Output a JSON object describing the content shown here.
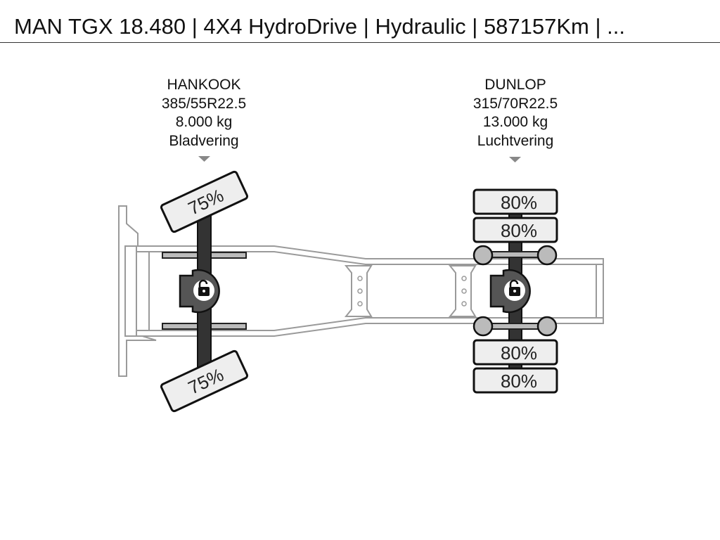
{
  "header": {
    "title": "MAN TGX 18.480 | 4X4 HydroDrive | Hydraulic | 587157Km | ..."
  },
  "axles": {
    "front": {
      "brand": "HANKOOK",
      "tire_size": "385/55R22.5",
      "load": "8.000 kg",
      "suspension": "Bladvering",
      "tires": [
        {
          "position": "left",
          "tread": "75%",
          "tread_level": 0.75
        },
        {
          "position": "right",
          "tread": "75%",
          "tread_level": 0.75
        }
      ]
    },
    "rear": {
      "brand": "DUNLOP",
      "tire_size": "315/70R22.5",
      "load": "13.000 kg",
      "suspension": "Luchtvering",
      "tires": [
        {
          "position": "left-outer",
          "tread": "80%",
          "tread_level": 0.8
        },
        {
          "position": "left-inner",
          "tread": "80%",
          "tread_level": 0.8
        },
        {
          "position": "right-inner",
          "tread": "80%",
          "tread_level": 0.8
        },
        {
          "position": "right-outer",
          "tread": "80%",
          "tread_level": 0.8
        }
      ]
    }
  },
  "colors": {
    "frame_stroke": "#9a9a9a",
    "axle_fill": "#333333",
    "tire_fill": "#eeeeee",
    "hub_fill": "#555555",
    "airbag_fill": "#bbbbbb"
  },
  "icons": {
    "front_hub": "unlocked-padlock-icon",
    "rear_hub": "unlocked-padlock-icon",
    "axle_marker": "caret-down-icon"
  }
}
